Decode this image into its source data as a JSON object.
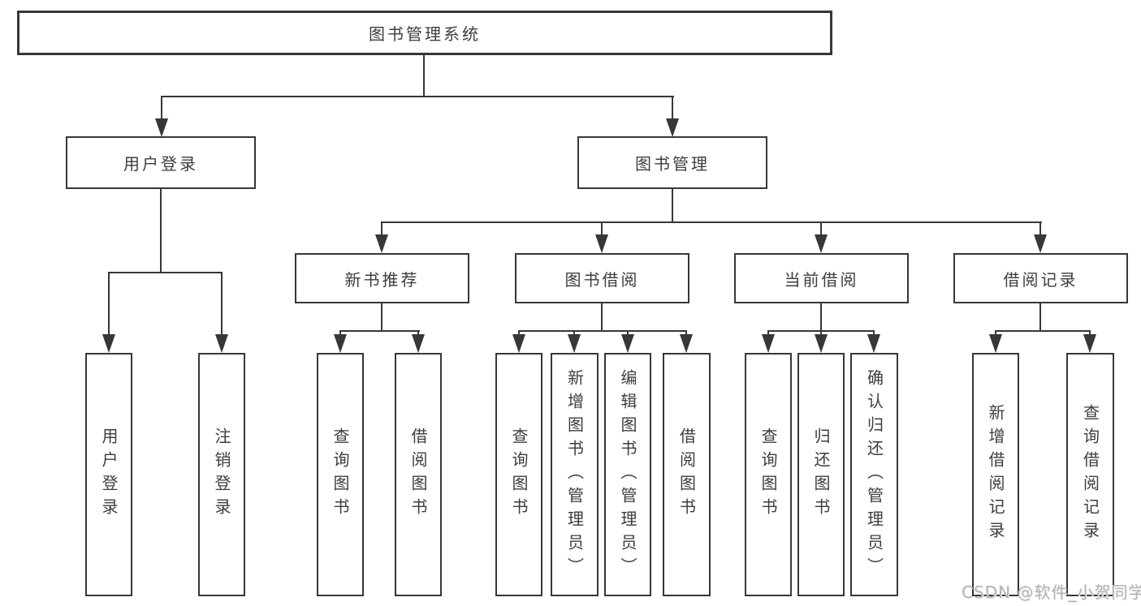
{
  "diagram": {
    "root": {
      "label": "图书管理系统"
    },
    "level2": [
      {
        "label": "用户登录"
      },
      {
        "label": "图书管理"
      }
    ],
    "level3": [
      {
        "label": "新书推荐"
      },
      {
        "label": "图书借阅"
      },
      {
        "label": "当前借阅"
      },
      {
        "label": "借阅记录"
      }
    ],
    "leaves": {
      "login": [
        "用户登录",
        "注销登录"
      ],
      "recommend": [
        "查询图书",
        "借阅图书"
      ],
      "borrow": [
        "查询图书",
        "新增图书（管理员）",
        "编辑图书（管理员）",
        "借阅图书"
      ],
      "current": [
        "查询图书",
        "归还图书",
        "确认归还（管理员）"
      ],
      "records": [
        "新增借阅记录",
        "查询借阅记录"
      ]
    },
    "watermark": "CSDN @软件_小贺同学",
    "colors": {
      "line": "#373737",
      "text": "#3d3d3d",
      "watermark": "#b4b4b4"
    }
  }
}
